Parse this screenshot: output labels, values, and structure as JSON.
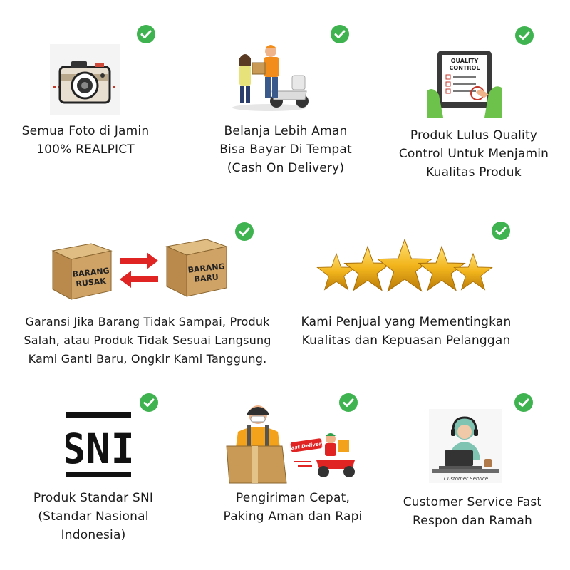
{
  "features": [
    {
      "lines": [
        "Semua Foto di Jamin",
        "100% REALPICT"
      ]
    },
    {
      "lines": [
        "Belanja Lebih Aman",
        "Bisa Bayar Di Tempat",
        "(Cash On Delivery)"
      ]
    },
    {
      "lines": [
        "Produk Lulus Quality",
        "Control Untuk Menjamin",
        "Kualitas Produk"
      ]
    },
    {
      "lines": [
        "Garansi Jika Barang Tidak Sampai, Produk",
        "Salah, atau Produk Tidak Sesuai  Langsung",
        "Kami Ganti Baru, Ongkir Kami Tanggung."
      ]
    },
    {
      "lines": [
        "Kami Penjual yang Mementingkan",
        "Kualitas dan Kepuasan Pelanggan"
      ]
    },
    {
      "lines": [
        "Produk Standar SNI",
        "(Standar Nasional",
        "Indonesia)"
      ]
    },
    {
      "lines": [
        "Pengiriman Cepat,",
        "Paking Aman dan Rapi"
      ]
    },
    {
      "lines": [
        "Customer Service Fast",
        "Respon dan Ramah"
      ]
    }
  ],
  "illustrations": {
    "qc_title_1": "QUALITY",
    "qc_title_2": "CONTROL",
    "box_left_1": "BARANG",
    "box_left_2": "RUSAK",
    "box_right_1": "BARANG",
    "box_right_2": "BARU",
    "sni_text": "SNI",
    "fast_delivery": "Fast Delivery",
    "customer_service": "Customer Service"
  },
  "colors": {
    "check": "#3fb34f",
    "arrow": "#e02424",
    "star": "#f2b51c",
    "box": "#c89a55"
  },
  "icons": [
    "check-icon",
    "camera-icon",
    "delivery-icon",
    "quality-control-icon",
    "box-exchange-icon",
    "stars-icon",
    "sni-icon",
    "courier-icon",
    "customer-service-icon"
  ]
}
